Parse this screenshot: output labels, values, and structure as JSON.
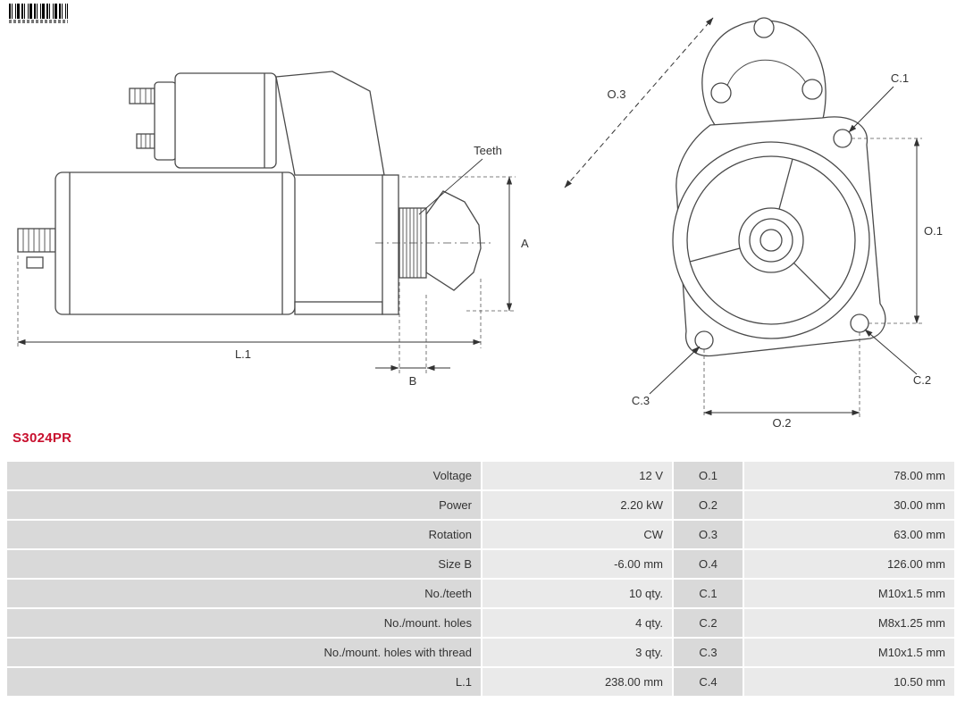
{
  "product": {
    "code": "S3024PR",
    "accent_color": "#c8102e"
  },
  "drawing": {
    "side_view": {
      "teeth_label": "Teeth",
      "dim_a": "A",
      "dim_l1": "L.1",
      "dim_b": "B"
    },
    "front_view": {
      "dim_o3": "O.3",
      "dim_o1": "O.1",
      "dim_o2": "O.2",
      "hole_c1": "C.1",
      "hole_c2": "C.2",
      "hole_c3": "C.3"
    }
  },
  "table": {
    "colors": {
      "label_bg": "#d9d9d9",
      "value_bg": "#eaeaea",
      "text": "#333333"
    },
    "rows": [
      {
        "label": "Voltage",
        "value": "12 V",
        "dim": "O.1",
        "dim_value": "78.00 mm"
      },
      {
        "label": "Power",
        "value": "2.20 kW",
        "dim": "O.2",
        "dim_value": "30.00 mm"
      },
      {
        "label": "Rotation",
        "value": "CW",
        "dim": "O.3",
        "dim_value": "63.00 mm"
      },
      {
        "label": "Size B",
        "value": "-6.00 mm",
        "dim": "O.4",
        "dim_value": "126.00 mm"
      },
      {
        "label": "No./teeth",
        "value": "10 qty.",
        "dim": "C.1",
        "dim_value": "M10x1.5 mm"
      },
      {
        "label": "No./mount. holes",
        "value": "4 qty.",
        "dim": "C.2",
        "dim_value": "M8x1.25 mm"
      },
      {
        "label": "No./mount. holes with thread",
        "value": "3 qty.",
        "dim": "C.3",
        "dim_value": "M10x1.5 mm"
      },
      {
        "label": "L.1",
        "value": "238.00 mm",
        "dim": "C.4",
        "dim_value": "10.50 mm"
      }
    ]
  }
}
